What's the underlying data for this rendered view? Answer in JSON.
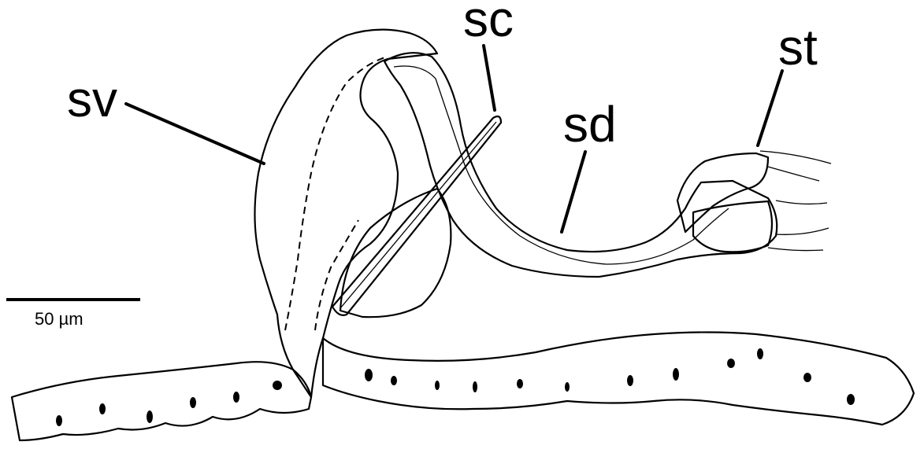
{
  "labels": {
    "sv": "sv",
    "sc": "sc",
    "sd": "sd",
    "st": "st"
  },
  "scale_bar": {
    "label": "50 µm"
  },
  "colors": {
    "ink": "#000000",
    "background": "#ffffff"
  }
}
